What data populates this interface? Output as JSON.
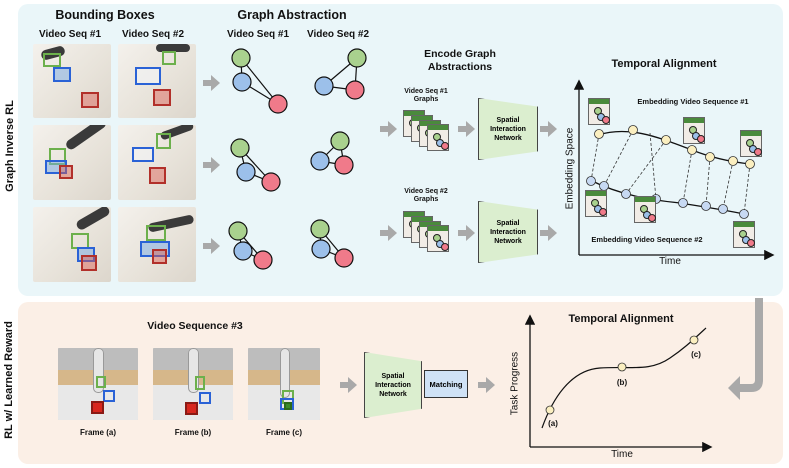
{
  "side_labels": {
    "top": "Graph Inverse RL",
    "bottom": "RL w/ Learned Reward"
  },
  "top": {
    "bounding_boxes_title": "Bounding Boxes",
    "graph_abstraction_title": "Graph Abstraction",
    "seq1_label": "Video Seq #1",
    "seq2_label": "Video Seq #2",
    "encode_title": "Encode Graph Abstractions",
    "seq1_graphs": "Video Seq #1 Graphs",
    "seq2_graphs": "Video Seq #2 Graphs",
    "network_label": "Spatial Interaction Network",
    "temporal_title": "Temporal Alignment",
    "embed_seq1": "Embedding Video Sequence #1",
    "embed_seq2": "Embedding Video Sequence #2",
    "y_axis": "Embedding Space",
    "x_axis": "Time"
  },
  "bottom": {
    "video_title": "Video Sequence #3",
    "frames": [
      "Frame (a)",
      "Frame (b)",
      "Frame (c)"
    ],
    "network_label": "Spatial Interaction Network",
    "matching_label": "Matching",
    "temporal_title": "Temporal Alignment",
    "y_axis": "Task Progress",
    "x_axis": "Time",
    "points": [
      "(a)",
      "(b)",
      "(c)"
    ]
  },
  "colors": {
    "green_node": "#a9d18e",
    "blue_node": "#9cc0ea",
    "red_node": "#f07a8a",
    "yellow_node": "#fbefc0",
    "network_fill": "#dbeecf",
    "matching_fill": "#cfe2f6",
    "top_panel": "#eaf6f9",
    "bottom_panel": "#fbefe6"
  }
}
